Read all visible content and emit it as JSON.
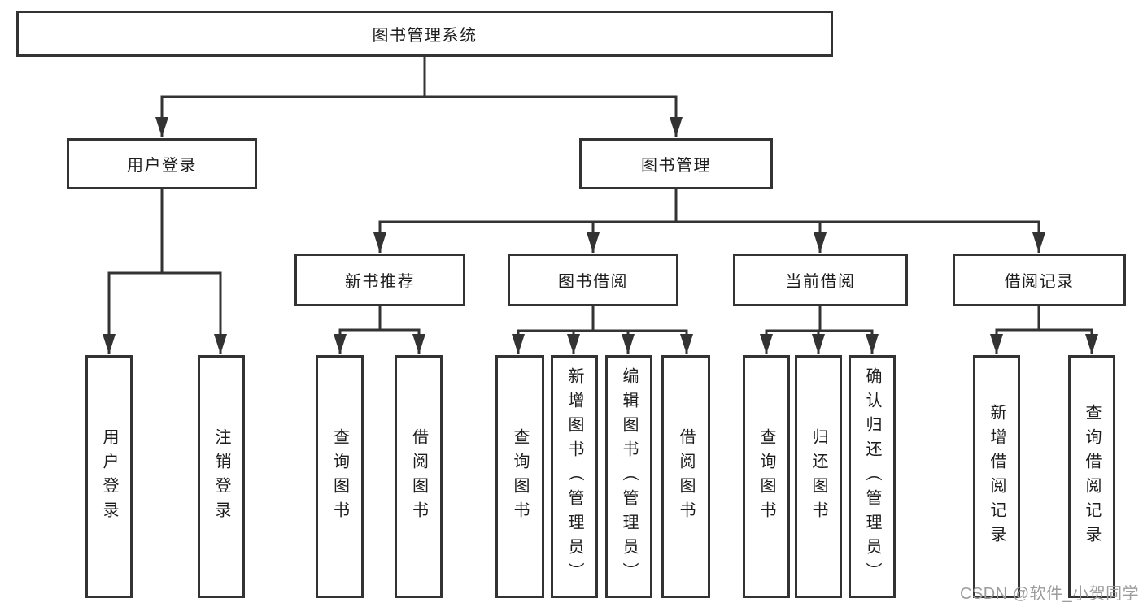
{
  "nodes": {
    "root": "图书管理系统",
    "user_login": "用户登录",
    "book_management": "图书管理",
    "new_book_recommend": "新书推荐",
    "book_borrow": "图书借阅",
    "current_borrow": "当前借阅",
    "borrow_record": "借阅记录",
    "leaf_user_login": "用户登录",
    "leaf_logout": "注销登录",
    "rec_query_book": "查询图书",
    "rec_borrow_book": "借阅图书",
    "bb_query_book": "查询图书",
    "bb_add_book_admin": "新增图书（管理员）",
    "bb_edit_book_admin": "编辑图书（管理员）",
    "bb_borrow_book": "借阅图书",
    "cb_query_book": "查询图书",
    "cb_return_book": "归还图书",
    "cb_confirm_return_admin": "确认归还（管理员）",
    "br_add_record": "新增借阅记录",
    "br_query_record": "查询借阅记录"
  },
  "hierarchy": {
    "图书管理系统": {
      "用户登录": [
        "用户登录",
        "注销登录"
      ],
      "图书管理": {
        "新书推荐": [
          "查询图书",
          "借阅图书"
        ],
        "图书借阅": [
          "查询图书",
          "新增图书（管理员）",
          "编辑图书（管理员）",
          "借阅图书"
        ],
        "当前借阅": [
          "查询图书",
          "归还图书",
          "确认归还（管理员）"
        ],
        "借阅记录": [
          "新增借阅记录",
          "查询借阅记录"
        ]
      }
    }
  },
  "watermark": "CSDN @软件_小贺同学",
  "colors": {
    "line": "#333333",
    "box_border": "#333333",
    "box_fill": "#ffffff",
    "background": "#ffffff",
    "watermark": "#9c9c9c"
  }
}
